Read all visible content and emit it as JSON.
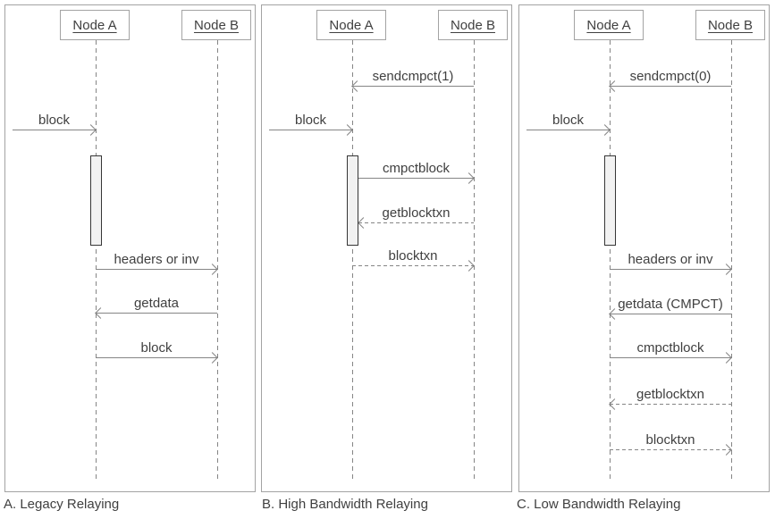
{
  "colors": {
    "background": "#ffffff",
    "line": "#858585",
    "text": "#404040",
    "border": "#a3a3a3",
    "activation_fill": "#f2f2f2",
    "activation_border": "#363636"
  },
  "panels": [
    {
      "caption": "A. Legacy Relaying",
      "actors": [
        {
          "name": "Node A"
        },
        {
          "name": "Node B"
        }
      ],
      "messages": [
        {
          "label": "block",
          "from": "external",
          "to": "Node A",
          "line": "solid"
        },
        {
          "label": "headers or inv",
          "from": "Node A",
          "to": "Node B",
          "line": "solid"
        },
        {
          "label": "getdata",
          "from": "Node B",
          "to": "Node A",
          "line": "solid"
        },
        {
          "label": "block",
          "from": "Node A",
          "to": "Node B",
          "line": "solid"
        }
      ]
    },
    {
      "caption": "B. High Bandwidth Relaying",
      "actors": [
        {
          "name": "Node A"
        },
        {
          "name": "Node B"
        }
      ],
      "messages": [
        {
          "label": "sendcmpct(1)",
          "from": "Node B",
          "to": "Node A",
          "line": "solid"
        },
        {
          "label": "block",
          "from": "external",
          "to": "Node A",
          "line": "solid"
        },
        {
          "label": "cmpctblock",
          "from": "Node A",
          "to": "Node B",
          "line": "solid"
        },
        {
          "label": "getblocktxn",
          "from": "Node B",
          "to": "Node A",
          "line": "dashed"
        },
        {
          "label": "blocktxn",
          "from": "Node A",
          "to": "Node B",
          "line": "dashed"
        }
      ]
    },
    {
      "caption": "C. Low Bandwidth Relaying",
      "actors": [
        {
          "name": "Node A"
        },
        {
          "name": "Node B"
        }
      ],
      "messages": [
        {
          "label": "sendcmpct(0)",
          "from": "Node B",
          "to": "Node A",
          "line": "solid"
        },
        {
          "label": "block",
          "from": "external",
          "to": "Node A",
          "line": "solid"
        },
        {
          "label": "headers or inv",
          "from": "Node A",
          "to": "Node B",
          "line": "solid"
        },
        {
          "label": "getdata (CMPCT)",
          "from": "Node B",
          "to": "Node A",
          "line": "solid"
        },
        {
          "label": "cmpctblock",
          "from": "Node A",
          "to": "Node B",
          "line": "solid"
        },
        {
          "label": "getblocktxn",
          "from": "Node B",
          "to": "Node A",
          "line": "dashed"
        },
        {
          "label": "blocktxn",
          "from": "Node A",
          "to": "Node B",
          "line": "dashed"
        }
      ]
    }
  ]
}
